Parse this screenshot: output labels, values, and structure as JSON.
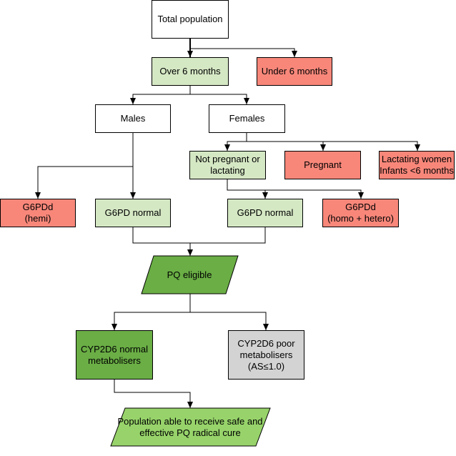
{
  "colors": {
    "white": "#ffffff",
    "light_green": "#d5e8c4",
    "red": "#f8877a",
    "dark_green": "#6aae45",
    "bright_green": "#97d36a",
    "gray": "#d3d3d3",
    "stroke": "#000000"
  },
  "nodes": {
    "total_population": "Total population",
    "over_6_months": "Over 6 months",
    "under_6_months": "Under 6 months",
    "males": "Males",
    "females": "Females",
    "not_pregnant": "Not pregnant or\nlactating",
    "pregnant": "Pregnant",
    "lactating": "Lactating women\nInfants <6 months",
    "g6pdd_hemi": "G6PDd\n(hemi)",
    "g6pd_normal_male": "G6PD normal",
    "g6pd_normal_female": "G6PD normal",
    "g6pdd_homo_hetero": "G6PDd\n(homo + hetero)",
    "pq_eligible": "PQ eligible",
    "cyp_normal": "CYP2D6 normal\nmetabolisers",
    "cyp_poor": "CYP2D6 poor\nmetabolisers\n(AS≤1.0)",
    "population_able": "Population able to receive safe and\neffective PQ radical cure"
  }
}
